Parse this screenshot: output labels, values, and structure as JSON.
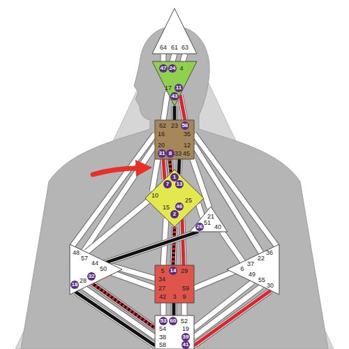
{
  "diagram": {
    "nodes": [
      {
        "text": [
          "64",
          "61",
          "63"
        ]
      },
      {
        "text": [
          "47",
          "24",
          "4",
          "17",
          "11",
          "43"
        ]
      },
      {
        "text": [
          "62",
          "23",
          "56",
          "16",
          "35",
          "20",
          "12",
          "31",
          "8",
          "33",
          "45"
        ]
      },
      {
        "text": [
          "1",
          "7",
          "13",
          "10",
          "25",
          "15",
          "46",
          "2"
        ]
      },
      {
        "text": [
          "21",
          "51",
          "26",
          "40"
        ]
      },
      {
        "text": [
          "48",
          "57",
          "44",
          "50",
          "32",
          "28",
          "18"
        ]
      },
      {
        "text": [
          "5",
          "14",
          "29",
          "34",
          "59",
          "27",
          "42",
          "3",
          "9"
        ]
      },
      {
        "text": [
          "36",
          "22",
          "37",
          "6",
          "49",
          "55",
          "30"
        ]
      },
      {
        "text": [
          "53",
          "60",
          "52",
          "54",
          "19",
          "38",
          "39",
          "58",
          "41"
        ]
      }
    ],
    "edges": [
      {
        "from": 0,
        "to": 1,
        "arrow": "none"
      },
      {
        "from": 0,
        "to": 1,
        "arrow": "none"
      },
      {
        "from": 0,
        "to": 1,
        "arrow": "none"
      },
      {
        "from": 1,
        "to": 2,
        "arrow": "none"
      },
      {
        "from": 1,
        "to": 2,
        "arrow": "none"
      },
      {
        "from": 1,
        "to": 2,
        "arrow": "none"
      },
      {
        "from": 2,
        "to": 3,
        "arrow": "none"
      },
      {
        "from": 2,
        "to": 3,
        "arrow": "none"
      },
      {
        "from": 2,
        "to": 3,
        "arrow": "none"
      },
      {
        "from": 2,
        "to": 3,
        "arrow": "none"
      },
      {
        "from": 2,
        "to": 4,
        "arrow": "none"
      },
      {
        "from": 2,
        "to": 7,
        "arrow": "none"
      },
      {
        "from": 2,
        "to": 7,
        "arrow": "none"
      },
      {
        "from": 2,
        "to": 5,
        "arrow": "none"
      },
      {
        "from": 2,
        "to": 5,
        "arrow": "none"
      },
      {
        "from": 3,
        "to": 4,
        "arrow": "none"
      },
      {
        "from": 3,
        "to": 5,
        "arrow": "none"
      },
      {
        "from": 3,
        "to": 6,
        "arrow": "none"
      },
      {
        "from": 3,
        "to": 6,
        "arrow": "none"
      },
      {
        "from": 3,
        "to": 6,
        "arrow": "none"
      },
      {
        "from": 4,
        "to": 5,
        "arrow": "none"
      },
      {
        "from": 4,
        "to": 7,
        "arrow": "none"
      },
      {
        "from": 5,
        "to": 6,
        "arrow": "none"
      },
      {
        "from": 5,
        "to": 6,
        "arrow": "none"
      },
      {
        "from": 6,
        "to": 7,
        "arrow": "none"
      },
      {
        "from": 6,
        "to": 8,
        "arrow": "none"
      },
      {
        "from": 6,
        "to": 8,
        "arrow": "none"
      },
      {
        "from": 6,
        "to": 8,
        "arrow": "none"
      },
      {
        "from": 5,
        "to": 8,
        "arrow": "none"
      },
      {
        "from": 5,
        "to": 8,
        "arrow": "none"
      },
      {
        "from": 5,
        "to": 8,
        "arrow": "none"
      },
      {
        "from": 7,
        "to": 8,
        "arrow": "none"
      },
      {
        "from": 7,
        "to": 8,
        "arrow": "none"
      },
      {
        "from": 7,
        "to": 8,
        "arrow": "none"
      }
    ]
  }
}
